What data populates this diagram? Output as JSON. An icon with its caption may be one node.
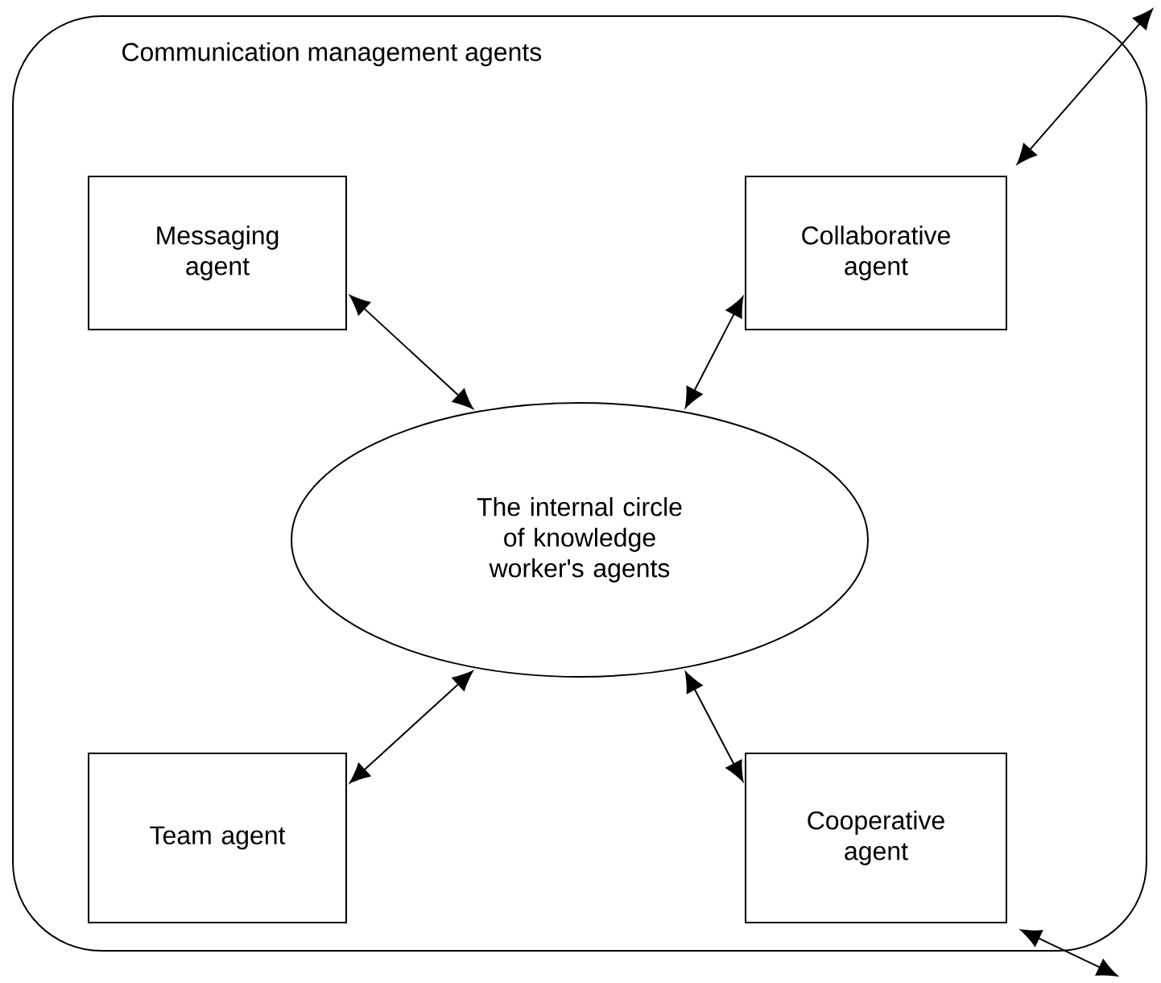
{
  "diagram": {
    "nodes": [
      {
        "text": [
          "Communication management agents"
        ]
      },
      {
        "text": [
          "Messaging agent"
        ],
        "in": 0
      },
      {
        "text": [
          "Collaborative agent"
        ],
        "in": 0
      },
      {
        "text": [
          "The internal circle of knowledge worker's agents"
        ],
        "in": 0
      },
      {
        "text": [
          "Team agent"
        ],
        "in": 0
      },
      {
        "text": [
          "Cooperative agent"
        ],
        "in": 0
      }
    ],
    "edges": [
      {
        "from": null,
        "to": 2,
        "arrow": "both"
      },
      {
        "from": 1,
        "to": 3,
        "arrow": "both"
      },
      {
        "from": 2,
        "to": 3,
        "arrow": "both"
      },
      {
        "from": 4,
        "to": 3,
        "arrow": "both"
      },
      {
        "from": 5,
        "to": 3,
        "arrow": "both"
      },
      {
        "from": 5,
        "to": null,
        "arrow": "both"
      }
    ]
  }
}
